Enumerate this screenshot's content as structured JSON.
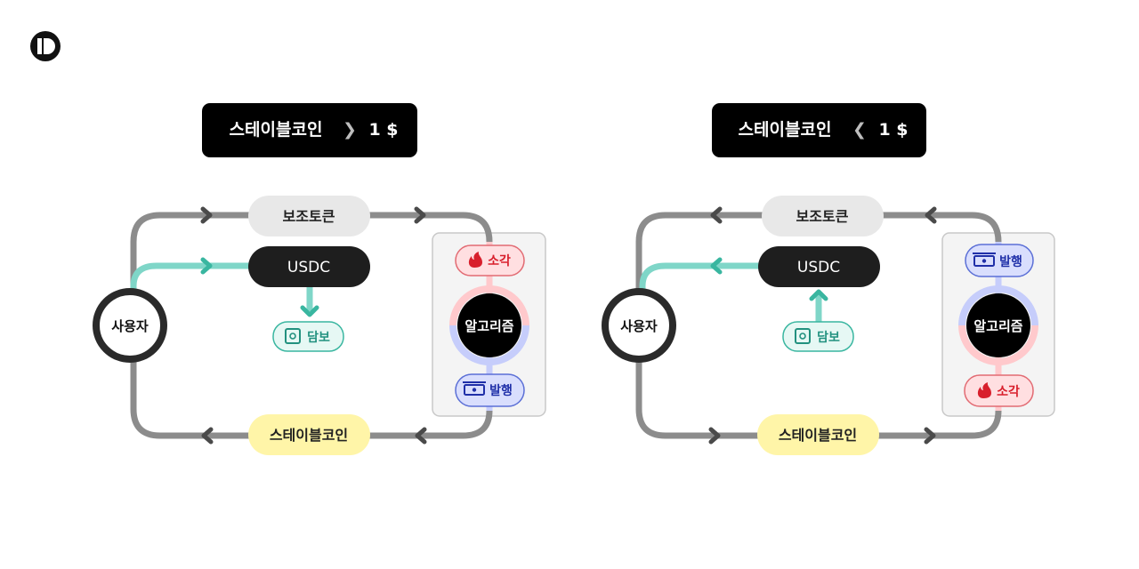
{
  "logo": {
    "name": "brand-logo"
  },
  "colors": {
    "loop_gray": "#8c8c8c",
    "collateral_teal": "#7fd6c8",
    "burn_pink": "#ffc9cc",
    "issue_blue": "#c6cdfb",
    "stable_yellow": "#fff5a8",
    "token_gray": "#e8e8e8",
    "dark": "#1a1a1a"
  },
  "panels": [
    {
      "header": {
        "title": "스테이블코인",
        "sign": "❯",
        "price": "1 $"
      },
      "user": "사용자",
      "token": "보조토큰",
      "usdc": "USDC",
      "collateral": "담보",
      "stablecoin": "스테이블코인",
      "algorithm": "알고리즘",
      "top_action": "소각",
      "bottom_action": "발행",
      "top_icon": "fire-icon",
      "bottom_icon": "banknote-icon"
    },
    {
      "header": {
        "title": "스테이블코인",
        "sign": "❮",
        "price": "1 $"
      },
      "user": "사용자",
      "token": "보조토큰",
      "usdc": "USDC",
      "collateral": "담보",
      "stablecoin": "스테이블코인",
      "algorithm": "알고리즘",
      "top_action": "발행",
      "bottom_action": "소각",
      "top_icon": "banknote-icon",
      "bottom_icon": "fire-icon"
    }
  ]
}
